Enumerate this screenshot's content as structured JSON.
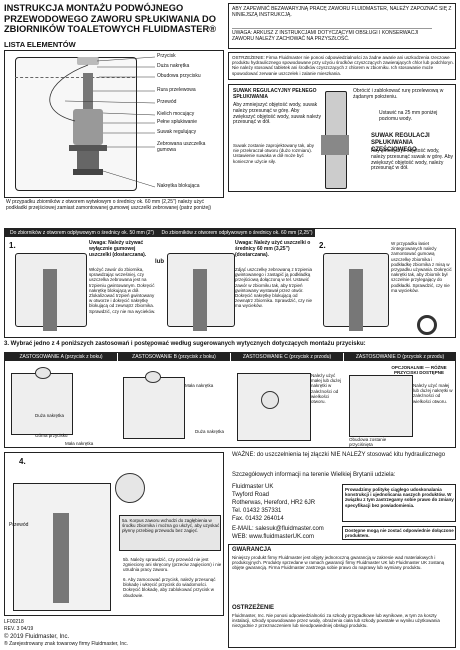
{
  "header": {
    "title": "INSTRUKCJA MONTAŻU PODWÓJNEGO PRZEWODOWEGO ZAWORU SPŁUKIWANIA DO ZBIORNIKÓW TOALETOWYCH FLUIDMASTER®",
    "top_note": "ABY ZAPEWNIĆ BEZAWARYJNĄ PRACĘ ZAWORU FLUIDMASTER, NALEŻY ZAPOZNAĆ SIĘ Z NINIEJSZĄ INSTRUKCJĄ.",
    "top_note_2": "UWAGA: ARKUSZ Z INSTRUKCJAMI DOTYCZĄCYMI OBSŁUGI I KONSERWACJI ZAWORU NALEŻY ZACHOWAĆ NA PRZYSZŁOŚĆ.",
    "warning": "OSTRZEŻENIE: Firma Fluidmaster nie ponosi odpowiedzialności za żadne awarie ani uszkodzenia rzeczowe produktu hydraulicznego spowodowane przy użyciu środków czyszczących zawierających chlor lub podchloryn. Nie należy stosować tabletek ani środków czyszczących z chlorem w zbiorniku. Ich stosowanie może spowodować zerwanie uszczelek i zalanie mieszkania."
  },
  "parts": {
    "heading": "LISTA ELEMENTÓW",
    "items": [
      "Przycisk",
      "Duża nakrętka",
      "Obudowa przycisku",
      "Rura przelewowa",
      "Przewód",
      "Kielich mocujący",
      "Pełne spłukiwanie",
      "Suwak regulujący",
      "Zebrowana uszczelka gumowa",
      "Nakrętka blokująca"
    ],
    "note": "W przypadku zbiorników z otworem wytwłowym o średnicy ok. 60 mm (2,25\") należy użyć podkładki przejściowej zamiast zamontowanej gumowej uszczelki zebrowanej (patrz poniżej)"
  },
  "suwak": {
    "left_title": "SUWAK REGULACYJNY PEŁNEGO SPŁUKIWANIA",
    "left_text": "Aby zmniejszyć objętość wody, suwak należy przesunąć w górę. Aby zwiększyć objętość wody, suwak należy przesunąć w dół.",
    "left_note": "Suwak zostanie zaprojektowany tak, aby nie przekraczał otworu (dużo rozmiaru). Ustawienie suwaka w dół może być konieczne użycie siły.",
    "right_top": "Obrócić i zablokować rurę przelewową w żądanym położeniu.",
    "right_mid": "Ustawić na 25 mm poniżej poziomu wody.",
    "right_title": "SUWAK REGULACJI SPŁUKIWANIA CZĘŚCIOWEGO",
    "right_text": "Aby zmniejszyć objętość wody, należy przesunąć suwak w górę. Aby zwiększyć objętość wody, należy przesunąć w dół."
  },
  "step1": {
    "hdr_a": "Do zbiorników z otworem odpływowym o średnicy ok. 50 mm (2\")",
    "hdr_b": "Do zbiorników z otworem odpływowym o średnicy ok. 60 mm (2,25\")",
    "num": "1.",
    "uwaga_a": "Uwaga: Należy używać wyłącznie gumowej uszczelki (dostarczana).",
    "text_a": "Włożyć zawór do zbiornika, sprawdzając wcześniej, czy uszczelka zebrowana jest na trzpieniu gwintowanym. Dokręcić nakrętkę blokującą w dół. Zlokalizować trzpień gwintowany w otworze i dokręcić nakrętkę blokującą od zewnątrz zbiornika. Sprawdzić, czy nie ma wycieków.",
    "lub": "lub",
    "uwaga_b": "Uwaga: Należy użyć uszczelki o średnicy 60 mm (3,25\") (dostarczana).",
    "text_b": "Zdjąć uszczelkę zebrowaną z trzpienia gwintowanego i zastąpić ją podkładką przejściową dołączoną w tel. Ustawić zawór w zbiorniku tak, aby trzpień gwintowany wystawał przez otwór. Dokręcić nakrętkę blokującą od zewnątrz zbiornika. Sprawdzić, czy nie ma wycieków.",
    "num2": "2.",
    "text_c": "W przypadku łasiet zintegrowanych należy zamontować gumową uszczelkę zbiornika i podkładkę zbiornika z misą w przypadku używania. Dokręcić nakrętki tak, aby zbiornik był szczelnie przylegający do podkładki. Sprawdzić, czy nie ma wycieków."
  },
  "step3": {
    "heading": "3. Wybrać jedno z 4 poniższych zastosowań i postępować według sugerowanych wytycznych dotyczących montażu przycisku:",
    "a_hdr": "ZASTOSOWANIE A (przycisk z boku)",
    "b_hdr": "ZASTOSOWANIE B (przycisk z boku)",
    "c_hdr": "ZASTOSOWANIE C (przycisk z przodu)",
    "d_hdr": "ZASTOSOWANIE D (przycisk z przodu)",
    "a_label1": "Duża nakrętka",
    "a_label2": "Górna przycisku",
    "a_label3": "Mała nakrętka",
    "b_label1": "Mała nakrętka",
    "b_label2": "Duża nakrętka",
    "c_text": "Należy użyć małej lub dużej nakrętki w zależności od wielkości otworu.",
    "d_text": "Należy użyć małej lub dużej nakrętki w zależności od wielkości otworu.",
    "d_opt": "OPCJONALNIE — RÓŻNE PRZYCISKI DOSTĘPNE",
    "d_cap": "Obudowa zostanie przyciśnięta"
  },
  "step4": {
    "num": "4.",
    "przewod": "Przewód",
    "text_5a": "5a. Korpus zaworu wchodzi do zagłębienia w środku zbiornika i można go ułożyć, aby uzyskać płynny przebieg przewodu bez zagięć.",
    "text_5b": "5b. Należy sprawdzić, czy przewód nie jest zgnieciony ani skręcony (przeciw zagięciom) i nie utrudnia pracy zaworu.",
    "text_6": "6. Aby zamocować przycisk, należy przesunąć blokadę i wkręcić przycisk do wiadomości. Dokręcić blokadę, aby zablokować przycisk w obudowie.",
    "code": "LF00218",
    "rev": "REV. 3 04/19",
    "copyright": "© 2019 Fluidmaster, Inc.",
    "tm": "® Zarejestrowany znak towarowy firmy Fluidmaster, Inc."
  },
  "contact": {
    "warn": "WAŻNE: do uszczelnienia tej złączki NIE NALEŻY stosować kitu hydraulicznego",
    "intro": "Szczegółowych informacji na terenie Wielkiej Brytanii udziela:",
    "company": "Fluidmaster UK",
    "addr1": "Twyford Road",
    "addr2": "Rotherwas, Hereford, HR2 6JR",
    "tel": "Tel. 01432 357331",
    "fax": "Fax. 01432 264014",
    "email": "E-MAIL: salesuk@fluidmaster.com",
    "web": "WEB: www.fluidmasterUK.com",
    "side_note": "Prowadzimy politykę ciągłego udoskonalania konstrukcji i ujednolicania naszych produktów. W związku z tym zastrzegamy sobie prawo do zmiany specyfikacji bez powiadomienia.",
    "side_note_2": "Dostępne mogą nie zostać odpowiednie dołączone produktem.",
    "gw_title": "GWARANCJA",
    "gw_text": "Niniejszy produkt firmy Fluidmaster jest objęty jednoroczną gwarancją w zakresie wad materiałowych i produkcyjnych. Produkty sprzedane w ramach gwarancji firmy Fluidmaster UK lub Fluidmaster UK zostaną objęte gwarancją. Firma Fluidmaster zastrzega sobie prawo do naprawy lub wymiany produktu.",
    "ost_title": "OSTRZEŻENIE",
    "ost_text": "Fluidmaster, Inc. Nie ponosi odpowiedzialności za szkody przypadkowe lub wynikowe, w tym za koszty instalacji, szkody spowodowane przez wodę, obrażenia ciała lub szkody powstałe w wyniku użytkowania niezgodnie z przeznaczeniem lub nieodpowiedniej obsługi produktu."
  }
}
